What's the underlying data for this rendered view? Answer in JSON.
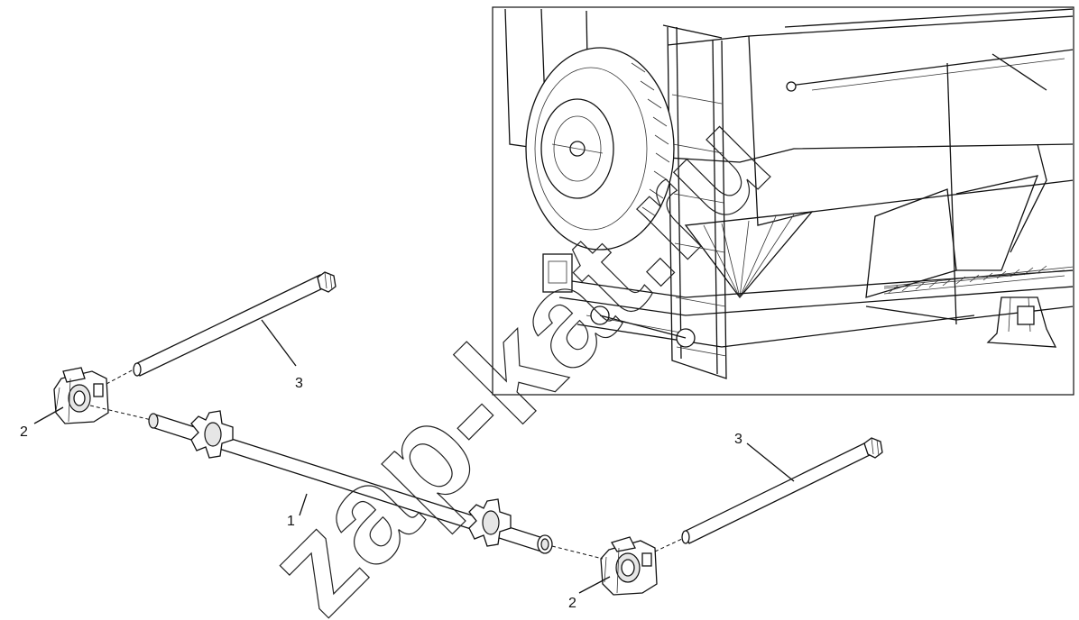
{
  "diagram": {
    "callouts": [
      {
        "id": "c1",
        "label": "1"
      },
      {
        "id": "c2a",
        "label": "2"
      },
      {
        "id": "c2b",
        "label": "2"
      },
      {
        "id": "c3a",
        "label": "3"
      },
      {
        "id": "c3b",
        "label": "3"
      }
    ],
    "watermark": "zap-kat.ru",
    "inset": {
      "parts": [
        "spare-wheel",
        "ladder",
        "hopper",
        "frame",
        "conveyor",
        "support-leg"
      ]
    }
  },
  "colors": {
    "line": "#111111",
    "shade": "#e6e6e6",
    "background": "#ffffff"
  }
}
